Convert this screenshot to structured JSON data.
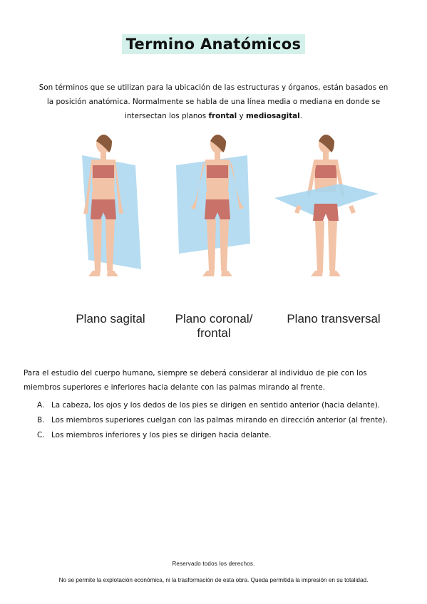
{
  "title": "Termino Anatómicos",
  "intro": {
    "line1": "Son términos que se utilizan para la ubicación de las estructuras y órganos, están basados en",
    "line2": "la posición anatómica. Normalmente se habla de una línea media o mediana en donde se",
    "line3_pre": "intersectan los planos ",
    "bold1": "frontal",
    "conj": " y ",
    "bold2": "mediosagital",
    "line3_post": "."
  },
  "figures": [
    {
      "caption_line1": "Plano sagital",
      "caption_line2": ""
    },
    {
      "caption_line1": "Plano coronal/",
      "caption_line2": "frontal"
    },
    {
      "caption_line1": "Plano transversal",
      "caption_line2": ""
    }
  ],
  "paragraph": "Para el estudio del cuerpo humano, siempre se deberá considerar al individuo de pie con los miembros superiores e inferiores hacia delante con las palmas mirando al frente.",
  "list": [
    {
      "marker": "A.",
      "text": "La cabeza, los ojos y los dedos de los pies se dirigen en sentido anterior (hacia delante)."
    },
    {
      "marker": "B.",
      "text": "Los miembros superiores cuelgan con las palmas mirando en dirección anterior (al frente)."
    },
    {
      "marker": "C.",
      "text": "Los miembros inferiores y los pies se dirigen hacia delante."
    }
  ],
  "footer": {
    "line1": "Reservado todos los derechos.",
    "line2": "No se permite la explotación económica, ni la trasformación de esta obra.  Queda permitida la impresión en su totalidad."
  },
  "colors": {
    "plane": "#a9d6ee",
    "skin": "#f2c3a6",
    "clothing": "#c8726a",
    "title_bg": "#d3f1ea"
  }
}
